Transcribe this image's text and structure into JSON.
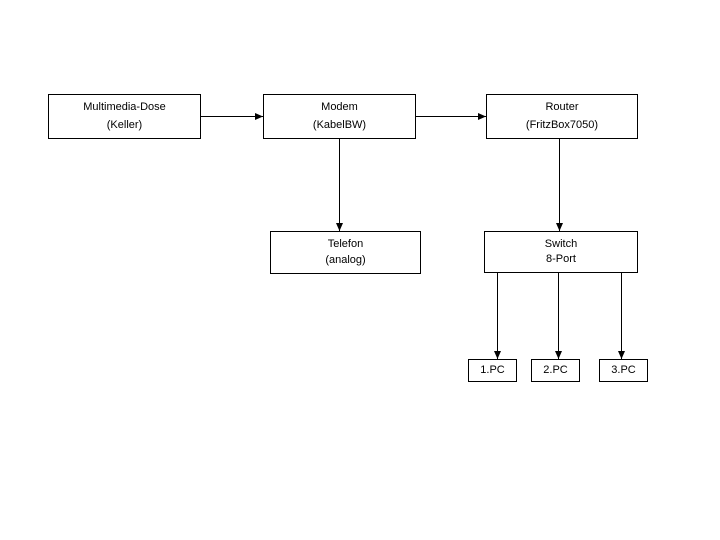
{
  "page": {
    "background": "#ffffff"
  },
  "diagram": {
    "type": "flowchart",
    "colors": {
      "line": "#000000",
      "box_border": "#000000",
      "box_fill": "#ffffff",
      "text": "#000000",
      "background": "#ffffff"
    },
    "nodes": [
      {
        "id": "multimedia-dose",
        "line1": "Multimedia-Dose",
        "line2": "(Keller)"
      },
      {
        "id": "modem",
        "line1": "Modem",
        "line2": "(KabelBW)"
      },
      {
        "id": "router",
        "line1": "Router",
        "line2": "(FritzBox7050)"
      },
      {
        "id": "telefon",
        "line1": "Telefon",
        "line2": "(analog)"
      },
      {
        "id": "switch",
        "line1": "Switch",
        "line2": "8-Port"
      },
      {
        "id": "pc1",
        "line1": "1.PC"
      },
      {
        "id": "pc2",
        "line1": "2.PC"
      },
      {
        "id": "pc3",
        "line1": "3.PC"
      }
    ],
    "edges": [
      {
        "from": "multimedia-dose",
        "to": "modem",
        "direction": "right"
      },
      {
        "from": "modem",
        "to": "router",
        "direction": "right"
      },
      {
        "from": "modem",
        "to": "telefon",
        "direction": "down"
      },
      {
        "from": "router",
        "to": "switch",
        "direction": "down"
      },
      {
        "from": "switch",
        "to": "pc1",
        "direction": "down"
      },
      {
        "from": "switch",
        "to": "pc2",
        "direction": "down"
      },
      {
        "from": "switch",
        "to": "pc3",
        "direction": "down"
      }
    ]
  }
}
